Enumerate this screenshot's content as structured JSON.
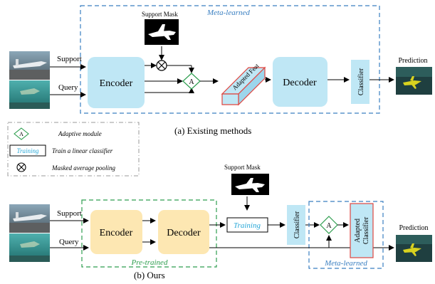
{
  "colors": {
    "blue_box": "#bfe7f5",
    "yellow_box": "#fde7b2",
    "meta_dash": "#3a7fc1",
    "pre_dash": "#2e9e4f",
    "red_outline": "#e0453f",
    "training_text": "#29a8d8"
  },
  "top": {
    "meta_label": "Meta-learned",
    "support_mask_label": "Support Mask",
    "support_label": "Support",
    "query_label": "Query",
    "encoder_label": "Encoder",
    "adapted_feat_label": "Adapted Feat",
    "decoder_label": "Decoder",
    "classifier_label": "Classifier",
    "prediction_label": "Prediction",
    "adaptive_symbol": "A",
    "pool_symbol": "⊗"
  },
  "caption_top": "(a) Existing methods",
  "legend": {
    "adaptive_symbol": "A",
    "adaptive_text": "Adaptive module",
    "training_box": "Training",
    "training_text": "Train a linear classifier",
    "pool_symbol": "⊗",
    "pool_text": "Masked average pooling"
  },
  "bottom": {
    "support_mask_label": "Support Mask",
    "support_label": "Support",
    "query_label": "Query",
    "encoder_label": "Encoder",
    "decoder_label": "Decoder",
    "pretrained_label": "Pre-trained",
    "training_label": "Training",
    "classifier_label": "Classifier",
    "adaptive_symbol": "A",
    "adapted_classifier_line1": "Adapted",
    "adapted_classifier_line2": "Classifier",
    "meta_label": "Meta-learned",
    "prediction_label": "Prediction"
  },
  "caption_bottom": "(b) Ours"
}
